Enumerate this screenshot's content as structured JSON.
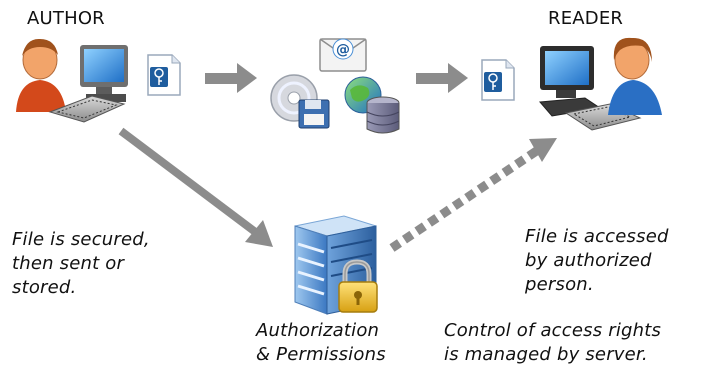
{
  "author_label": "AUTHOR",
  "reader_label": "READER",
  "secured_text": "File is secured,\nthen sent or\nstored.",
  "accessed_text": "File is accessed\nby authorized\nperson.",
  "server_label": "Authorization\n& Permissions",
  "control_text": "Control of access rights\nis managed by server.",
  "colors": {
    "arrow_gray": "#8c8c8c",
    "person_skin": "#f2a46a",
    "author_shirt": "#d3491b",
    "reader_shirt": "#2a6fc4",
    "server_blue": "#3b78c2",
    "lock_gold": "#e7b51e"
  },
  "icons": [
    "person-computer-icon",
    "secured-file-icon",
    "email-icon",
    "disk-icon",
    "globe-database-icon",
    "server-icon",
    "lock-icon"
  ]
}
